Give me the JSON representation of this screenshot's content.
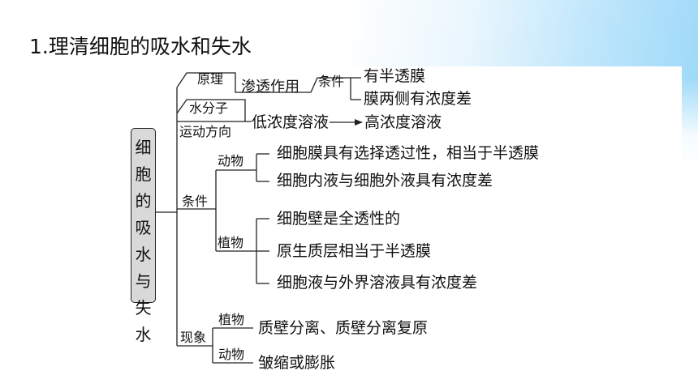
{
  "title": "1.理清细胞的吸水和失水",
  "root": "细胞的吸水与失水",
  "branches": {
    "principle": {
      "label": "原理",
      "node": "渗透作用",
      "condition": "条件",
      "leaves": [
        "有半透膜",
        "膜两侧有浓度差"
      ]
    },
    "water": {
      "label_top": "水分子",
      "label_bottom": "运动方向",
      "from": "低浓度溶液",
      "to": "高浓度溶液"
    },
    "conditions": {
      "label": "条件",
      "animal": {
        "label": "动物",
        "leaves": [
          "细胞膜具有选择透过性，相当于半透膜",
          "细胞内液与细胞外液具有浓度差"
        ]
      },
      "plant": {
        "label": "植物",
        "leaves": [
          "细胞壁是全透性的",
          "原生质层相当于半透膜",
          "细胞液与外界溶液具有浓度差"
        ]
      }
    },
    "phenomena": {
      "label": "现象",
      "plant": {
        "label": "植物",
        "leaf": "质壁分离、质壁分离复原"
      },
      "animal": {
        "label": "动物",
        "leaf": "皱缩或膨胀"
      }
    }
  },
  "colors": {
    "line": "#222222",
    "root_fill": "#d9d9d9",
    "bg_accent": "#8fd3f8"
  }
}
